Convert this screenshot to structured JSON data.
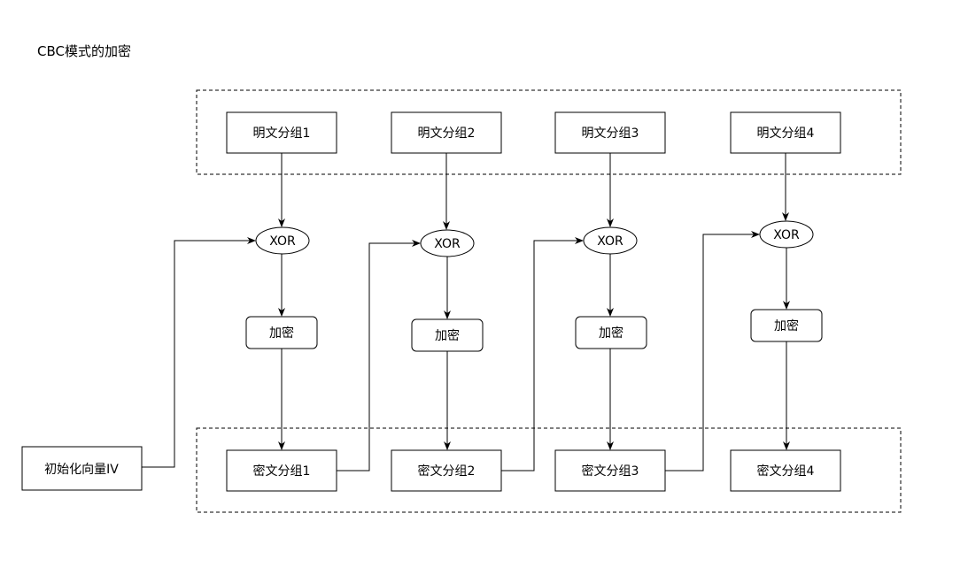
{
  "title": "CBC模式的加密",
  "iv_label": "初始化向量IV",
  "columns": [
    {
      "plaintext": "明文分组1",
      "xor": "XOR",
      "encrypt": "加密",
      "ciphertext": "密文分组1"
    },
    {
      "plaintext": "明文分组2",
      "xor": "XOR",
      "encrypt": "加密",
      "ciphertext": "密文分组2"
    },
    {
      "plaintext": "明文分组3",
      "xor": "XOR",
      "encrypt": "加密",
      "ciphertext": "密文分组3"
    },
    {
      "plaintext": "明文分组4",
      "xor": "XOR",
      "encrypt": "加密",
      "ciphertext": "密文分组4"
    }
  ],
  "colors": {
    "stroke": "#000000",
    "background": "#ffffff"
  }
}
